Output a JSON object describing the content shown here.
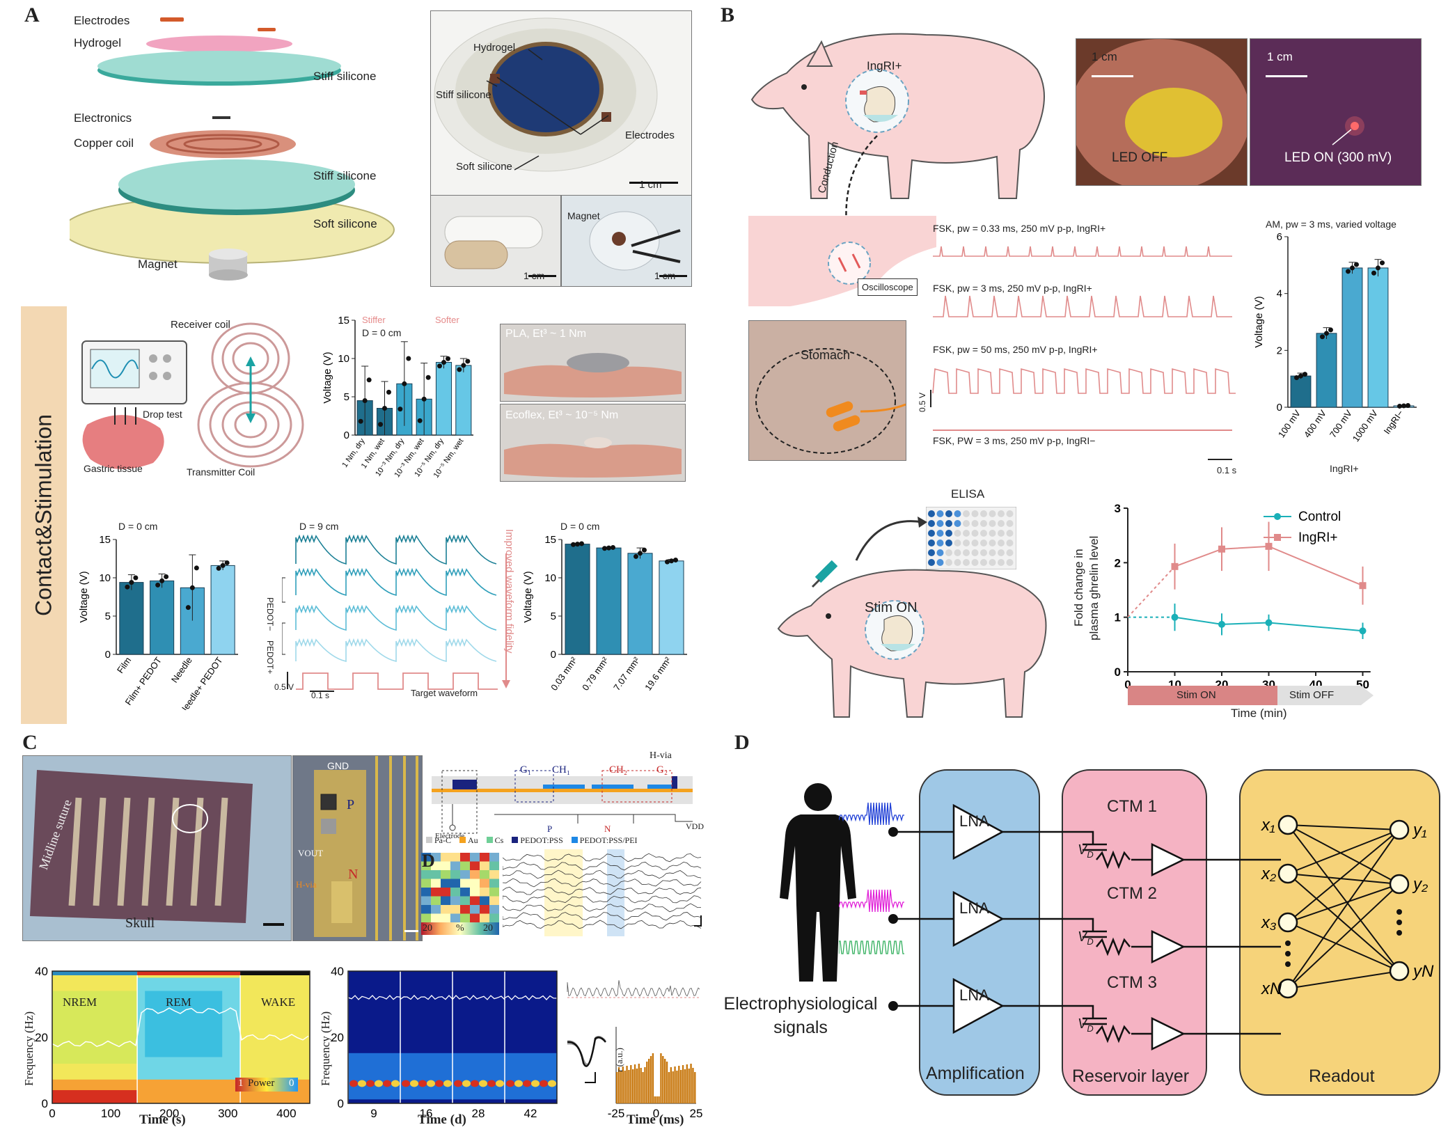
{
  "panels": {
    "A": "A",
    "B": "B",
    "C": "C",
    "D": "D"
  },
  "panelA": {
    "exploded": {
      "electrodes": "Electrodes",
      "hydrogel": "Hydrogel",
      "stiff_silicone_top": "Stiff silicone",
      "electronics": "Electronics",
      "copper_coil": "Copper coil",
      "stiff_silicone_bottom": "Stiff silicone",
      "soft_silicone": "Soft silicone",
      "magnet": "Magnet"
    },
    "photo_device": {
      "hydrogel": "Hydrogel",
      "stiff_silicone": "Stiff silicone",
      "electrodes": "Electrodes",
      "soft_silicone": "Soft silicone",
      "scale": "1 cm"
    },
    "photo_capsule": {
      "scale": "1 cm"
    },
    "photo_magnet": {
      "magnet": "Magnet",
      "scale": "1 cm"
    },
    "sidebar_label": "Contact&Stimulation",
    "schematic": {
      "receiver_coil": "Receiver coil",
      "drop_test": "Drop test",
      "gastric_tissue": "Gastric tissue",
      "transmitter_coil": "Transmitter Coil"
    },
    "stiffness_chart": {
      "d_label": "D = 0 cm",
      "stiffer": "Stiffer",
      "softer": "Softer",
      "ylabel": "Voltage (V)"
    },
    "pla_photo": {
      "label": "PLA, Et³ ~ 1 Nm"
    },
    "ecoflex_photo": {
      "label": "Ecoflex, Et³ ~ 10⁻⁵ Nm"
    },
    "electrode_chart": {
      "d_label": "D = 0 cm",
      "ylabel": "Voltage (V)"
    },
    "waveform": {
      "d_label": "D = 9 cm",
      "pedot_minus": "PEDOT−",
      "pedot_plus": "PEDOT+",
      "scale_v": "0.5 V",
      "scale_t": "0.1 s",
      "improved": "Improved waveform fidelity",
      "target": "Target waveform"
    },
    "area_chart": {
      "d_label": "D = 0 cm",
      "ylabel": "Voltage (V)"
    }
  },
  "panelB": {
    "pig_top": {
      "label": "IngRI+"
    },
    "conduction": "Conduction",
    "oscilloscope": "Oscilloscope",
    "stomach": "Stomach",
    "endo_off": {
      "scale": "1 cm",
      "label": "LED OFF"
    },
    "endo_on": {
      "scale": "1 cm",
      "label": "LED ON (300 mV)"
    },
    "traces": {
      "t1": "FSK, pw = 0.33 ms, 250 mV p-p, IngRI+",
      "t2": "FSK, pw = 3 ms, 250 mV p-p, IngRI+",
      "t3": "FSK, pw = 50 ms, 250 mV p-p, IngRI+",
      "t4": "FSK, PW = 3 ms, 250 mV p-p, IngRI−",
      "scale_v": "0.5 V",
      "scale_t": "0.1 s"
    },
    "am_chart": {
      "title": "AM, pw = 3 ms, varied voltage",
      "ylabel": "Voltage (V)",
      "group": "IngRI+"
    },
    "elisa": "ELISA",
    "stim_pig": "Stim ON",
    "ghrelin_chart": {
      "ylabel_1": "Fold change in",
      "ylabel_2": "plasma ghrelin level",
      "xlabel": "Time (min)",
      "stim_on": "Stim ON",
      "stim_off": "Stim OFF"
    }
  },
  "panelC": {
    "midline": "Midline suture",
    "skull": "Skull",
    "chip": {
      "gnd": "GND",
      "p": "P",
      "n": "N",
      "vout": "VOUT",
      "hvia": "H-via"
    },
    "stack": {
      "g1": "G₁",
      "ch1": "CH₁",
      "ch2": "CH₂",
      "g2": "G₂",
      "hvia": "H-via",
      "electrode": "Electrode",
      "vdd": "VDD",
      "p": "P",
      "n": "N"
    },
    "legend": [
      "Pa-C",
      "Au",
      "Cs",
      "PEDOT:PSS",
      "PEDOT:PSS/PEI"
    ],
    "heatmap": {
      "tag": "D",
      "min": "20",
      "pct": "%",
      "max": "20"
    },
    "spectrogram1": {
      "nrem": "NREM",
      "rem": "REM",
      "wake": "WAKE",
      "ylabel": "Frequency (Hz)",
      "xlabel": "Time (s)",
      "power": "Power",
      "p1": "1",
      "p0": "0"
    },
    "spectrogram2": {
      "ylabel": "Frequency (Hz)",
      "xlabel": "Time (d)"
    },
    "spike": {
      "ylabel": "r (a.u.)",
      "xlabel": "Time (ms)"
    }
  },
  "panelD": {
    "signals": "Electrophysiological signals",
    "amplification": "Amplification",
    "reservoir": "Reservoir layer",
    "readout": "Readout",
    "lna": "LNA",
    "ctm1": "CTM 1",
    "ctm2": "CTM 2",
    "ctm3": "CTM 3",
    "vd": "V",
    "vd_sub": "D"
  },
  "chart_data": [
    {
      "type": "bar",
      "title": "",
      "ylabel": "Voltage (V)",
      "ylim": [
        0,
        15
      ],
      "yticks": [
        0,
        5,
        10,
        15
      ],
      "categories": [
        "1 Nm, dry",
        "1 Nm, wet",
        "10⁻³ Nm, dry",
        "10⁻³ Nm, wet",
        "10⁻⁵ Nm, dry",
        "10⁻⁵ Nm, wet"
      ],
      "values": [
        4.5,
        3.5,
        6.7,
        4.7,
        9.5,
        9.1
      ],
      "errors": [
        4.5,
        3.5,
        5.5,
        4.7,
        0.8,
        0.9
      ]
    },
    {
      "type": "bar",
      "ylabel": "Voltage (V)",
      "ylim": [
        0,
        15
      ],
      "yticks": [
        0,
        5,
        10,
        15
      ],
      "categories": [
        "Film",
        "Film+ PEDOT",
        "Needle",
        "Needle+ PEDOT"
      ],
      "values": [
        9.4,
        9.6,
        8.7,
        11.6
      ],
      "errors": [
        1.0,
        0.9,
        4.3,
        0.6
      ]
    },
    {
      "type": "bar",
      "ylabel": "Voltage (V)",
      "ylim": [
        0,
        15
      ],
      "yticks": [
        0,
        5,
        10,
        15
      ],
      "categories": [
        "0.03 mm²",
        "0.79 mm²",
        "7.07 mm²",
        "19.6 mm²"
      ],
      "values": [
        14.4,
        13.9,
        13.2,
        12.2
      ],
      "errors": [
        0.1,
        0.1,
        0.7,
        0.2
      ]
    },
    {
      "type": "bar",
      "title": "AM, pw = 3 ms, varied voltage",
      "ylabel": "Voltage (V)",
      "ylim": [
        0,
        6
      ],
      "yticks": [
        0,
        2,
        4,
        6
      ],
      "categories": [
        "100 mV",
        "400 mV",
        "700 mV",
        "1000 mV",
        "IngRI−"
      ],
      "values": [
        1.1,
        2.6,
        4.9,
        4.9,
        0.05
      ],
      "errors": [
        0.1,
        0.2,
        0.2,
        0.3,
        0.02
      ]
    },
    {
      "type": "line",
      "xlabel": "Time (min)",
      "ylabel": "Fold change in plasma ghrelin level",
      "xlim": [
        0,
        50
      ],
      "ylim": [
        0,
        3
      ],
      "xticks": [
        0,
        10,
        20,
        30,
        40,
        50
      ],
      "yticks": [
        0,
        1,
        2,
        3
      ],
      "series": [
        {
          "name": "Control",
          "x": [
            10,
            20,
            30,
            50
          ],
          "y": [
            1.0,
            0.87,
            0.9,
            0.75
          ],
          "err": [
            0.25,
            0.2,
            0.15,
            0.15
          ],
          "color": "#1ab0b8"
        },
        {
          "name": "IngRI+",
          "x": [
            10,
            20,
            30,
            50
          ],
          "y": [
            1.93,
            2.25,
            2.3,
            1.58
          ],
          "err": [
            0.42,
            0.4,
            0.45,
            0.35
          ],
          "color": "#e08a8a"
        }
      ]
    },
    {
      "type": "heatmap",
      "xlabel": "Time (s)",
      "ylabel": "Frequency (Hz)",
      "xticks": [
        0,
        100,
        200,
        300,
        400
      ],
      "yticks": [
        0,
        20,
        40
      ]
    },
    {
      "type": "heatmap",
      "xlabel": "Time (d)",
      "ylabel": "Frequency (Hz)",
      "xticks": [
        9,
        16,
        28,
        42
      ],
      "yticks": [
        0,
        20,
        40
      ]
    },
    {
      "type": "bar",
      "xlabel": "Time (ms)",
      "ylabel": "r (a.u.)",
      "xticks": [
        -25,
        0,
        25
      ]
    }
  ]
}
